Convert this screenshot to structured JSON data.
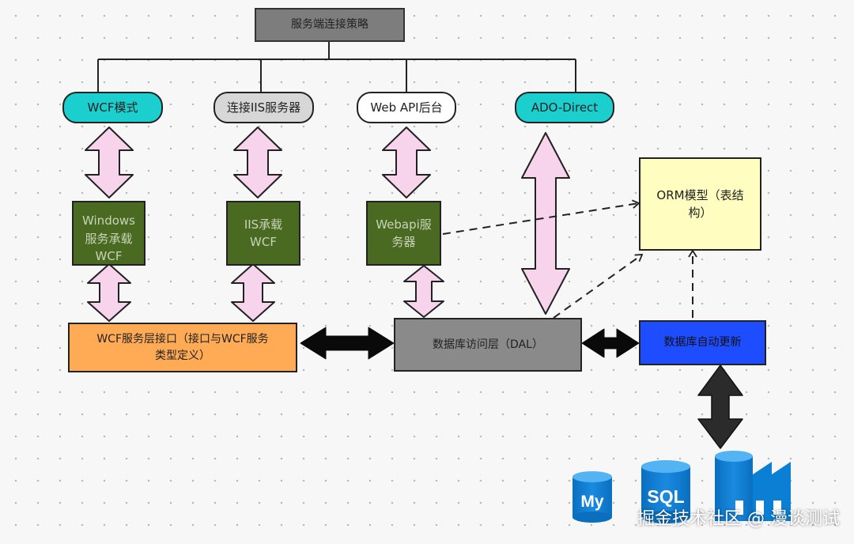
{
  "nodes": {
    "root": "服务端连接策略",
    "wcf_mode": "WCF模式",
    "iis_connect": "连接IIS服务器",
    "webapi_backend": "Web API后台",
    "ado_direct": "ADO-Direct",
    "windows_host_line1": "Windows",
    "windows_host_line2": "服务承载",
    "windows_host_line3": "WCF",
    "iis_host_line1": "IIS承载",
    "iis_host_line2": "WCF",
    "webapi_server_line1": "Webapi服",
    "webapi_server_line2": "务器",
    "orm_line1": "ORM模型（表结",
    "orm_line2": "构）",
    "wcf_interface_line1": "WCF服务层接口（接口与WCF服务",
    "wcf_interface_line2": "类型定义）",
    "dal": "数据库访问层（DAL）",
    "db_auto_update": "数据库自动更新"
  },
  "databases": {
    "mysql": "My",
    "sqlserver": "SQL",
    "azure_icon": "factory-icon"
  },
  "watermark": "掘金技术社区 @ 漫谈测试",
  "colors": {
    "teal": "#1ccfcf",
    "light_gray": "#d7d7d7",
    "root_gray": "#7d7d7d",
    "dark_green": "#4a6a22",
    "orange": "#ffaa55",
    "dal_gray": "#8a8a8a",
    "blue": "#1e4dff",
    "pale_yellow": "#fffdc0",
    "pink_arrow": "#f7d3ec",
    "azure_blue": "#0a7fd4"
  }
}
